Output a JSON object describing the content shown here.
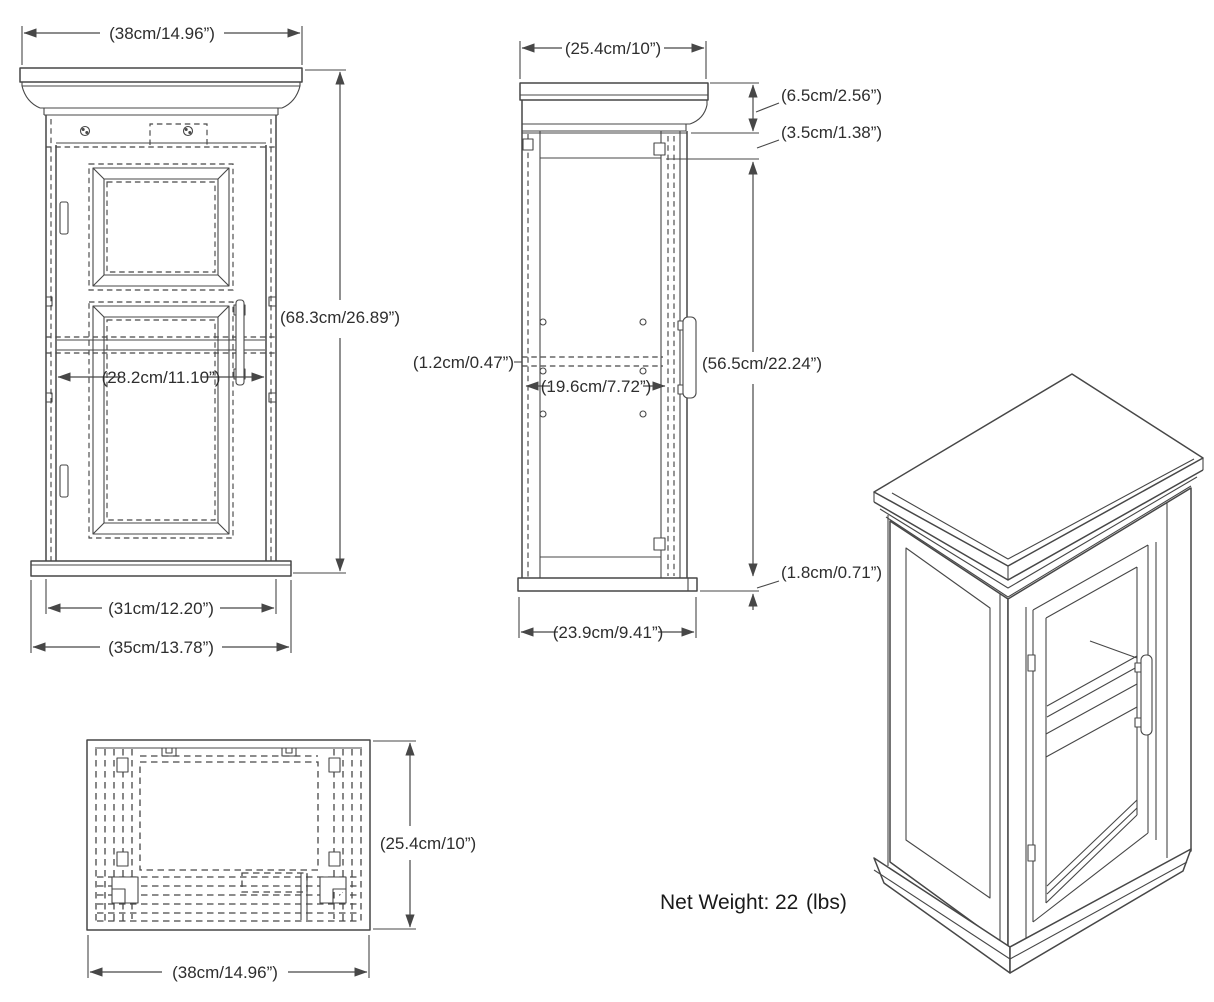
{
  "drawing": {
    "background": "#ffffff",
    "line_color": "#474747",
    "text_color": "#2e2e2e"
  },
  "front_view": {
    "overall_width": "(38cm/14.96”)",
    "overall_height": "(68.3cm/26.89”)",
    "interior_width": "(28.2cm/11.10”)",
    "body_width": "(31cm/12.20”)",
    "base_width": "(35cm/13.78”)"
  },
  "side_view": {
    "overall_depth": "(25.4cm/10”)",
    "crown_height": "(6.5cm/2.56”)",
    "top_rail_height": "(3.5cm/1.38”)",
    "shelf_thickness": "(1.2cm/0.47”)",
    "interior_depth": "(19.6cm/7.72”)",
    "door_height": "(56.5cm/22.24”)",
    "base_height": "(1.8cm/0.71”)",
    "base_depth": "(23.9cm/9.41”)"
  },
  "bottom_view": {
    "depth": "(25.4cm/10”)",
    "width": "(38cm/14.96”)"
  },
  "net_weight": {
    "label": "Net Weight:",
    "value": "22",
    "unit": "(lbs)"
  }
}
